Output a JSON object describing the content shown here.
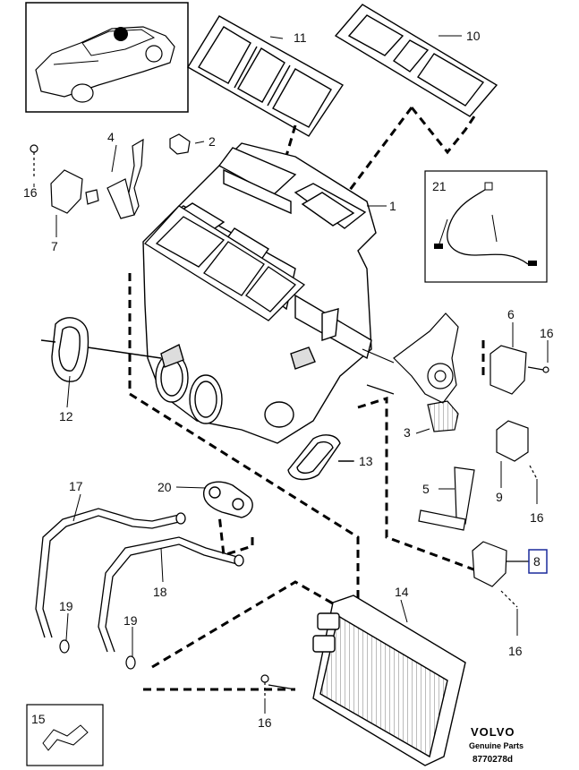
{
  "callouts": {
    "c1": "1",
    "c2": "2",
    "c3": "3",
    "c4": "4",
    "c5": "5",
    "c6": "6",
    "c7": "7",
    "c8": "8",
    "c9": "9",
    "c10": "10",
    "c11": "11",
    "c12": "12",
    "c13": "13",
    "c14": "14",
    "c15": "15",
    "c16a": "16",
    "c16b": "16",
    "c16c": "16",
    "c16d": "16",
    "c16e": "16",
    "c17": "17",
    "c18": "18",
    "c19a": "19",
    "c19b": "19",
    "c20": "20",
    "c21": "21"
  },
  "brand": {
    "logo_text": "VOLVO",
    "tagline": "Genuine Parts",
    "diagram_code": "8770278d"
  }
}
